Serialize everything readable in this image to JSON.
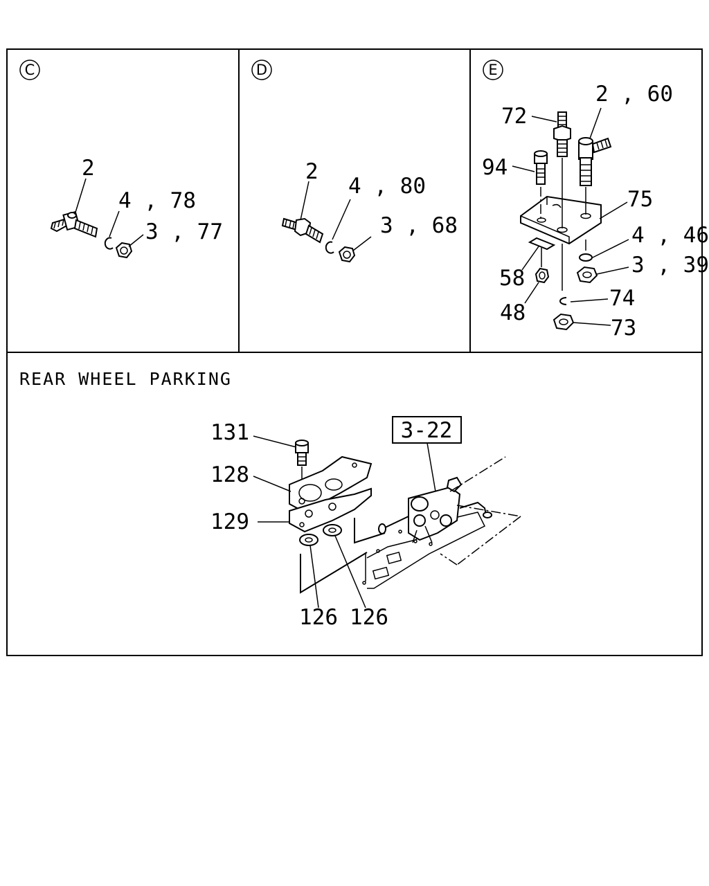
{
  "panels": {
    "c": {
      "marker": "C",
      "callouts": {
        "a": "2",
        "b": "4 , 78",
        "c": "3 , 77"
      }
    },
    "d": {
      "marker": "D",
      "callouts": {
        "a": "2",
        "b": "4 , 80",
        "c": "3 , 68"
      }
    },
    "e": {
      "marker": "E",
      "callouts": {
        "a": "2 , 60",
        "b": "72",
        "c": "94",
        "d": "75",
        "e": "4 , 46",
        "f": "3 , 39",
        "g": "58",
        "h": "48",
        "i": "74",
        "j": "73"
      }
    },
    "rear": {
      "title": "REAR WHEEL PARKING",
      "reference_box": "3-22",
      "callouts": {
        "a": "131",
        "b": "128",
        "c": "129",
        "d": "126",
        "e": "126"
      }
    }
  }
}
